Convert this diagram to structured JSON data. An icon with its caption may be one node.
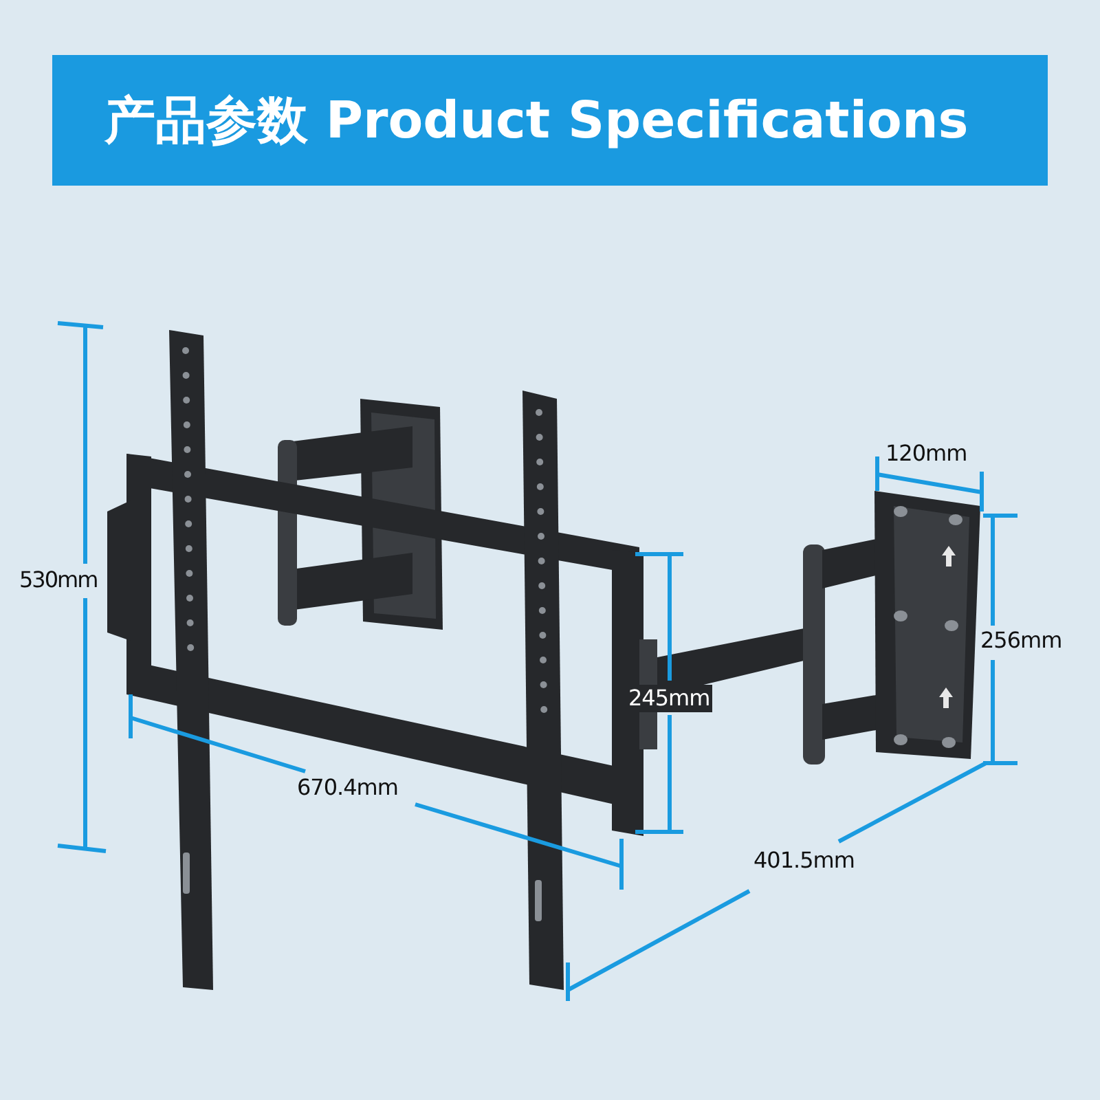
{
  "diagram": {
    "title": "产品参数 Product Specifications",
    "labels": [
      "120mm",
      "530mm",
      "256mm",
      "245mm",
      "670.4mm",
      "401.5mm"
    ]
  }
}
